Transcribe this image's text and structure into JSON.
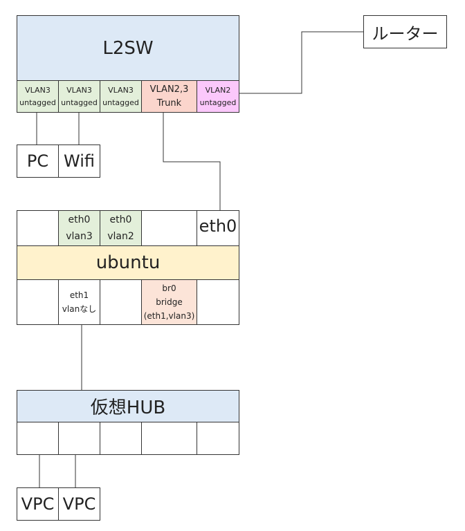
{
  "l2sw": {
    "title": "L2SW",
    "ports": [
      {
        "line1": "VLAN3",
        "line2": "untagged",
        "color": "#e3efda"
      },
      {
        "line1": "VLAN3",
        "line2": "untagged",
        "color": "#e3efda"
      },
      {
        "line1": "VLAN3",
        "line2": "untagged",
        "color": "#e3efda"
      },
      {
        "line1": "VLAN2,3",
        "line2": "Trunk",
        "color": "#fbd5cc"
      },
      {
        "line1": "VLAN2",
        "line2": "untagged",
        "color": "#fbc8fb"
      }
    ]
  },
  "router": {
    "label": "ルーター"
  },
  "pc": {
    "label": "PC"
  },
  "wifi": {
    "label": "Wifi"
  },
  "ubuntu": {
    "title": "ubuntu",
    "top_ports": [
      {
        "line1": "",
        "line2": ""
      },
      {
        "line1": "eth0",
        "line2": "vlan3"
      },
      {
        "line1": "eth0",
        "line2": "vlan2"
      },
      {
        "line1": "",
        "line2": ""
      },
      {
        "line1": "eth0",
        "line2": ""
      }
    ],
    "bottom_ports": [
      {
        "line1": "",
        "line2": "",
        "line3": ""
      },
      {
        "line1": "eth1",
        "line2": "vlanなし",
        "line3": ""
      },
      {
        "line1": "",
        "line2": "",
        "line3": ""
      },
      {
        "line1": "br0",
        "line2": "bridge",
        "line3": "(eth1,vlan3)"
      },
      {
        "line1": "",
        "line2": "",
        "line3": ""
      }
    ]
  },
  "hub": {
    "title": "仮想HUB"
  },
  "vpc1": {
    "label": "VPC"
  },
  "vpc2": {
    "label": "VPC"
  }
}
